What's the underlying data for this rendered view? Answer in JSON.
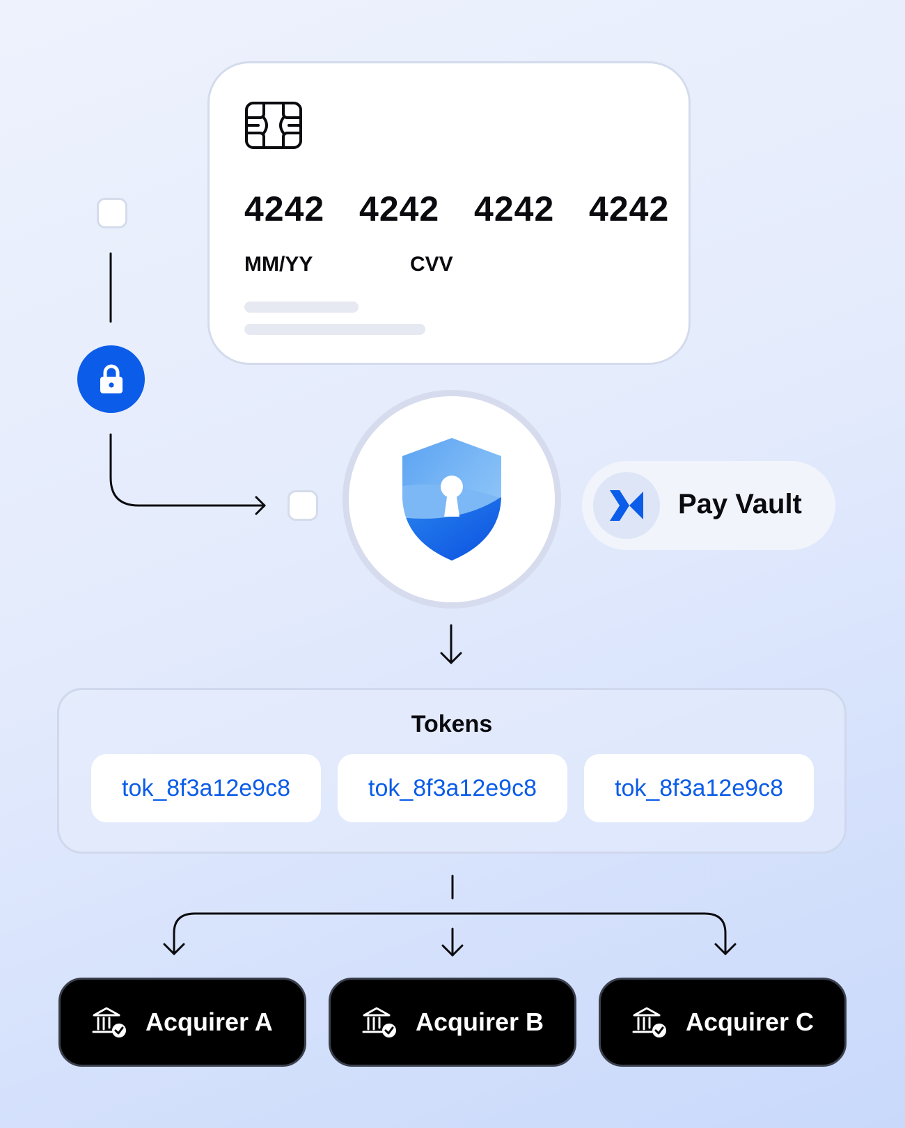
{
  "card": {
    "number": "4242  4242  4242  4242",
    "expiry_label": "MM/YY",
    "cvv_label": "CVV"
  },
  "brand": {
    "name": "Pay Vault",
    "accent_color": "#0b5ce8"
  },
  "tokens": {
    "title": "Tokens",
    "items": [
      "tok_8f3a12e9c8",
      "tok_8f3a12e9c8",
      "tok_8f3a12e9c8"
    ]
  },
  "acquirers": {
    "items": [
      "Acquirer A",
      "Acquirer B",
      "Acquirer C"
    ]
  },
  "icons": {
    "chip": "card-chip-icon",
    "lock": "lock-icon",
    "shield": "shield-keyhole-icon",
    "brand_logo": "pay-vault-logo-icon",
    "bank": "bank-verified-icon"
  }
}
